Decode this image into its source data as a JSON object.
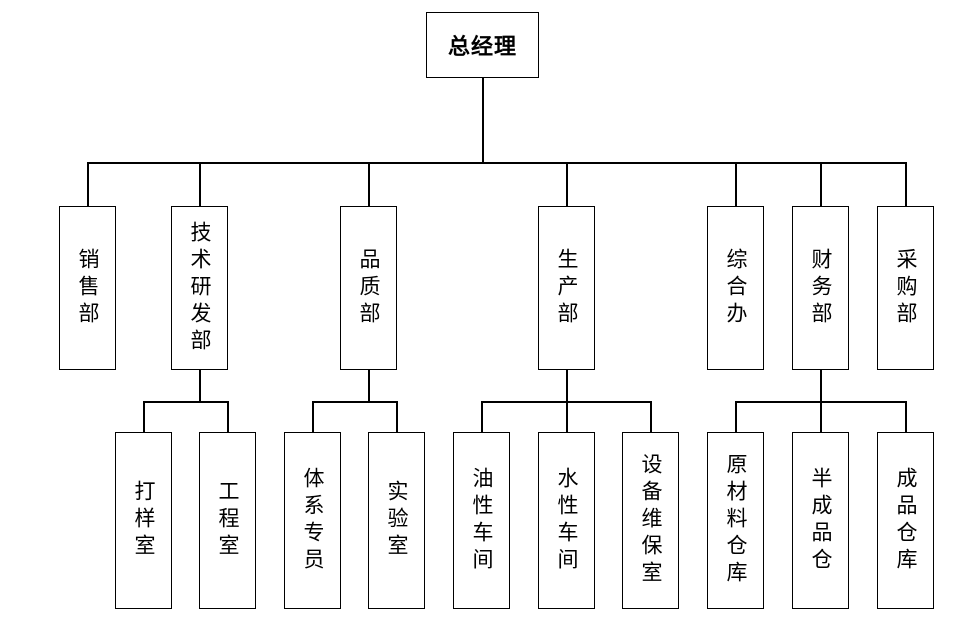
{
  "org_chart": {
    "root": {
      "label": "总经理"
    },
    "departments": [
      {
        "key": "sales",
        "label": "销售部"
      },
      {
        "key": "rnd",
        "label": "技术研发部"
      },
      {
        "key": "quality",
        "label": "品质部"
      },
      {
        "key": "production",
        "label": "生产部"
      },
      {
        "key": "admin",
        "label": "综合办"
      },
      {
        "key": "finance",
        "label": "财务部"
      },
      {
        "key": "purchasing",
        "label": "采购部"
      }
    ],
    "sub_units": [
      {
        "parent": "rnd",
        "label": "打样室"
      },
      {
        "parent": "rnd",
        "label": "工程室"
      },
      {
        "parent": "quality",
        "label": "体系专员"
      },
      {
        "parent": "quality",
        "label": "实验室"
      },
      {
        "parent": "production",
        "label": "油性车间"
      },
      {
        "parent": "production",
        "label": "水性车间"
      },
      {
        "parent": "production",
        "label": "设备维保室"
      },
      {
        "parent": "finance",
        "label": "原材料仓库"
      },
      {
        "parent": "finance",
        "label": "半成品仓"
      },
      {
        "parent": "finance",
        "label": "成品仓库"
      }
    ]
  }
}
